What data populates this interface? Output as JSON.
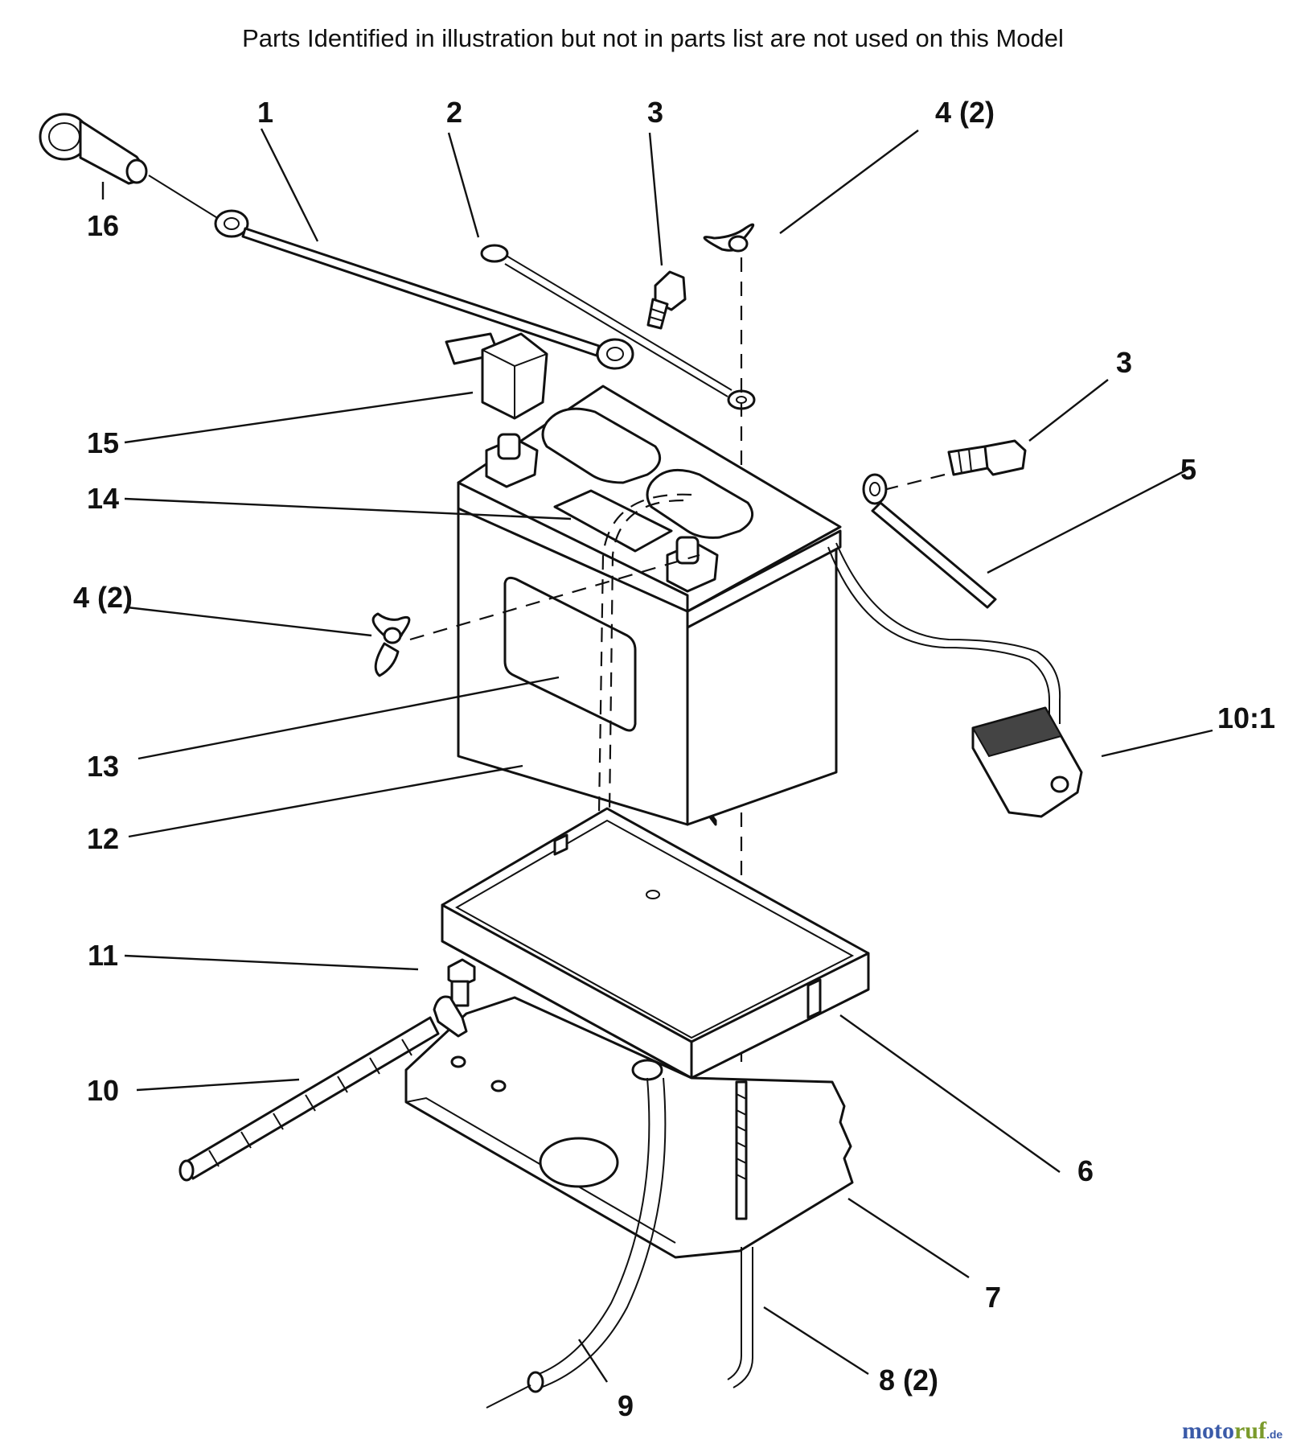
{
  "note": "Parts Identified  in illustration but not in parts list are not used on this Model",
  "callouts": [
    {
      "id": "c1",
      "text": "1"
    },
    {
      "id": "c2",
      "text": "2"
    },
    {
      "id": "c3a",
      "text": "3"
    },
    {
      "id": "c4a",
      "text": "4 (2)"
    },
    {
      "id": "c16",
      "text": "16"
    },
    {
      "id": "c3b",
      "text": "3"
    },
    {
      "id": "c15",
      "text": "15"
    },
    {
      "id": "c5",
      "text": "5"
    },
    {
      "id": "c14",
      "text": "14"
    },
    {
      "id": "c4b",
      "text": "4 (2)"
    },
    {
      "id": "c101",
      "text": "10:1"
    },
    {
      "id": "c13",
      "text": "13"
    },
    {
      "id": "c12",
      "text": "12"
    },
    {
      "id": "c11",
      "text": "11"
    },
    {
      "id": "c10",
      "text": "10"
    },
    {
      "id": "c6",
      "text": "6"
    },
    {
      "id": "c7",
      "text": "7"
    },
    {
      "id": "c82",
      "text": "8 (2)"
    },
    {
      "id": "c9",
      "text": "9"
    }
  ],
  "watermark": {
    "brand_a": "moto",
    "brand_b": "ruf",
    "suffix": ".de",
    "color_a": "#3a5aa8",
    "color_b": "#7a9a2a"
  }
}
